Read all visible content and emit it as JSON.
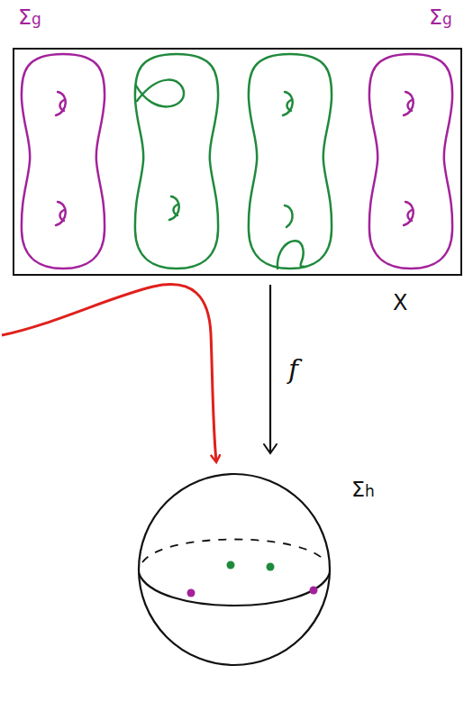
{
  "diagram": {
    "nodes": [
      {
        "text": [
          "X"
        ]
      },
      {
        "text": [
          "Σh"
        ]
      }
    ],
    "edges": [
      {
        "from": 0,
        "to": 1,
        "arrow": "to",
        "label": "f"
      }
    ],
    "labels": [
      "Σg",
      "Σg"
    ]
  }
}
